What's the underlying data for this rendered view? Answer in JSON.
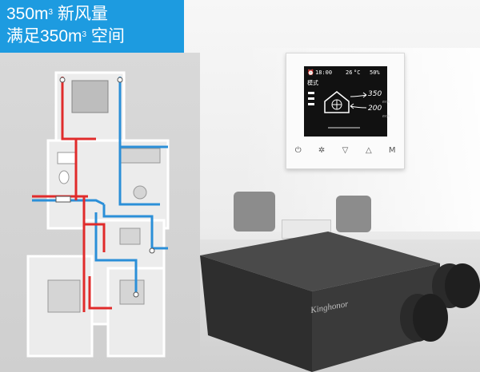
{
  "title": {
    "line1_main": "350m",
    "line1_sup": "3",
    "line1_rest": " 新风量",
    "line2_main": "满足350m",
    "line2_sup": "3",
    "line2_rest": " 空间"
  },
  "controller": {
    "time": "18:00",
    "indoor_temp": "26",
    "temp_unit": "°C",
    "humidity": "50%",
    "mode_label": "模式",
    "supply_value": "350",
    "exhaust_value": "200",
    "unit_label": "m³/h",
    "buttons": [
      "⏻",
      "✲",
      "▽",
      "△",
      "M"
    ]
  },
  "product": {
    "brand": "Kinghonor"
  },
  "colors": {
    "title_bg": "#1d9be0",
    "fresh_air_duct": "#2b8fd8",
    "exhaust_duct": "#e02b2b",
    "unit_body": "#3a3a3a"
  }
}
